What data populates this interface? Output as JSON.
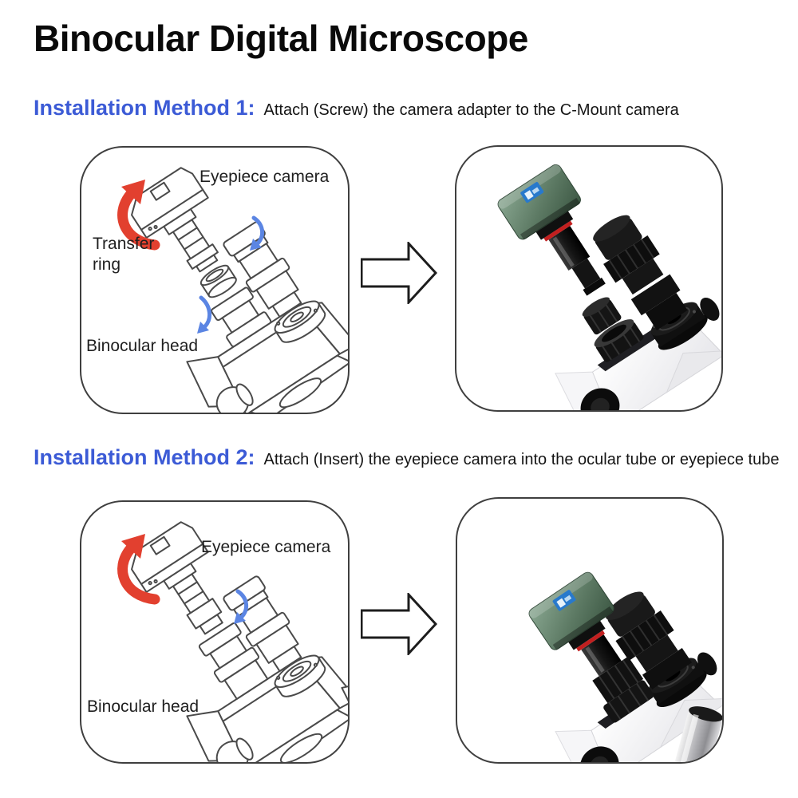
{
  "title": "Binocular Digital Microscope",
  "colors": {
    "heading_blue": "#3c5bd6",
    "text_dark": "#141414",
    "panel_border": "#3f3f3f",
    "rotate_arrow_red": "#e2402f",
    "direction_arrow_blue": "#5b85e3",
    "camera_body_green": "#5d7a64",
    "camera_label_blue": "#2879cc"
  },
  "sections": [
    {
      "heading": "Installation Method 1:",
      "description": "Attach (Screw) the camera adapter to the C-Mount camera",
      "labels": {
        "eyepiece_camera": "Eyepiece camera",
        "transfer_ring_line1": "Transfer",
        "transfer_ring_line2": "ring",
        "binocular_head": "Binocular head"
      }
    },
    {
      "heading": "Installation Method 2:",
      "description": "Attach (Insert) the eyepiece camera into the ocular tube or eyepiece tube",
      "labels": {
        "eyepiece_camera": "Eyepiece camera",
        "binocular_head": "Binocular head"
      }
    }
  ]
}
